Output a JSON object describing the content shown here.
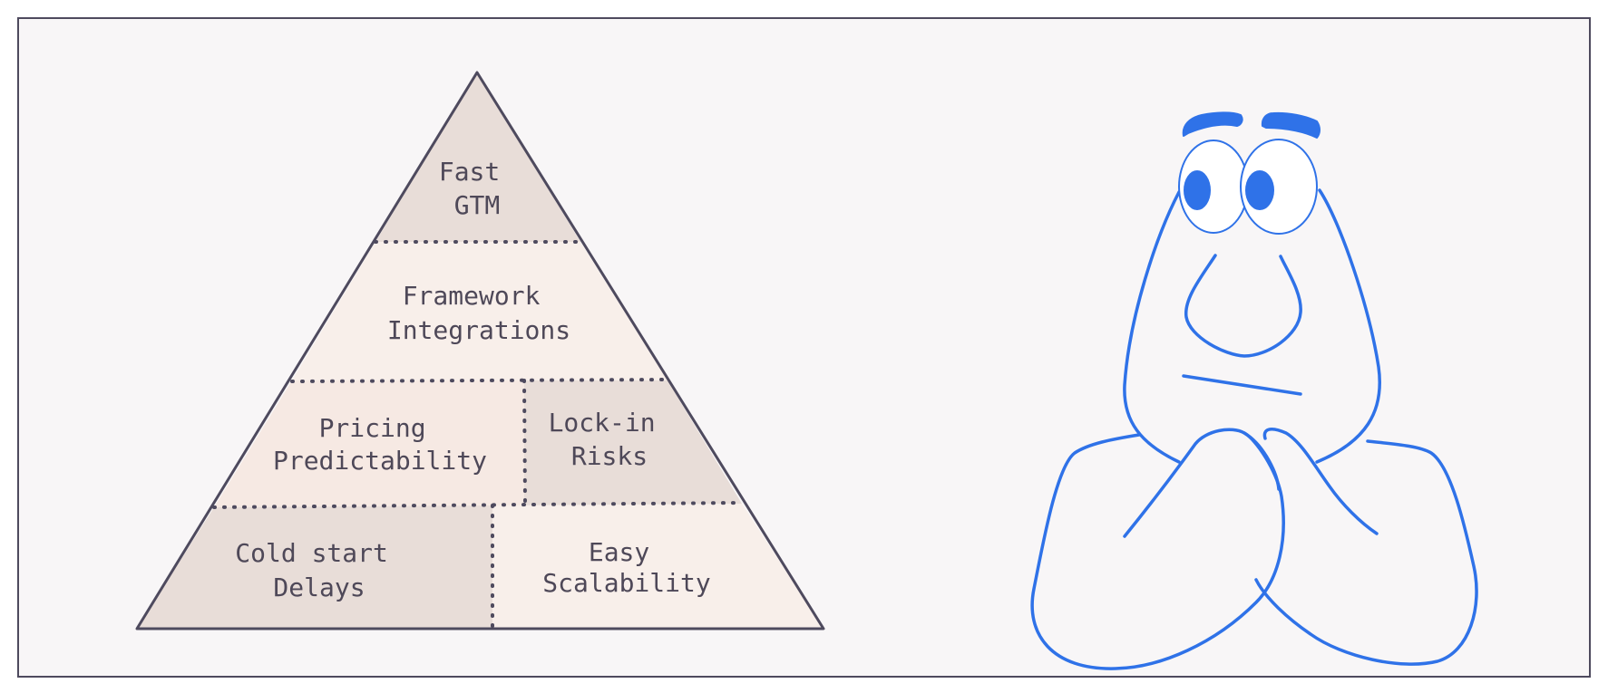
{
  "pyramid": {
    "tiers": [
      {
        "id": "top",
        "lines": [
          "Fast",
          "GTM"
        ]
      },
      {
        "id": "second",
        "lines": [
          "Framework",
          "Integrations"
        ]
      },
      {
        "id": "third-left",
        "lines": [
          "Pricing",
          "Predictability"
        ]
      },
      {
        "id": "third-right",
        "lines": [
          "Lock-in",
          "Risks"
        ]
      },
      {
        "id": "bottom-left",
        "lines": [
          "Cold start",
          "Delays"
        ]
      },
      {
        "id": "bottom-right",
        "lines": [
          "Easy",
          "Scalability"
        ]
      }
    ]
  },
  "colors": {
    "background": "#f8f6f7",
    "frame": "#4e4a5e",
    "text": "#4e4858",
    "fill_dark": "#e8ddd8",
    "fill_light": "#f8efea",
    "fill_mid": "#f6e9e3",
    "character_stroke": "#2f72e8"
  },
  "character": {
    "icon": "thinking-character-icon"
  }
}
